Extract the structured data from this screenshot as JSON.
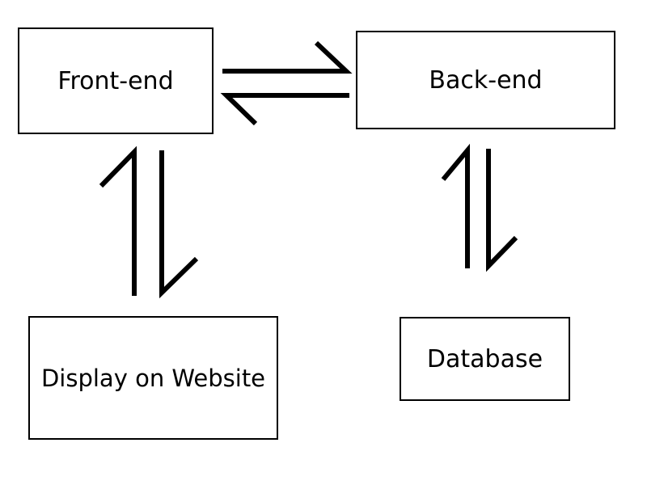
{
  "diagram": {
    "nodes": {
      "frontend": {
        "label": "Front-end"
      },
      "backend": {
        "label": "Back-end"
      },
      "display": {
        "label": "Display on Website"
      },
      "database": {
        "label": "Database"
      }
    },
    "edges": [
      {
        "from": "Front-end",
        "to": "Back-end",
        "type": "bidirectional-harpoons"
      },
      {
        "from": "Front-end",
        "to": "Display on Website",
        "type": "bidirectional-harpoons"
      },
      {
        "from": "Back-end",
        "to": "Database",
        "type": "bidirectional-harpoons"
      }
    ],
    "colors": {
      "stroke": "#000000",
      "background": "#ffffff",
      "text": "#000000"
    }
  }
}
